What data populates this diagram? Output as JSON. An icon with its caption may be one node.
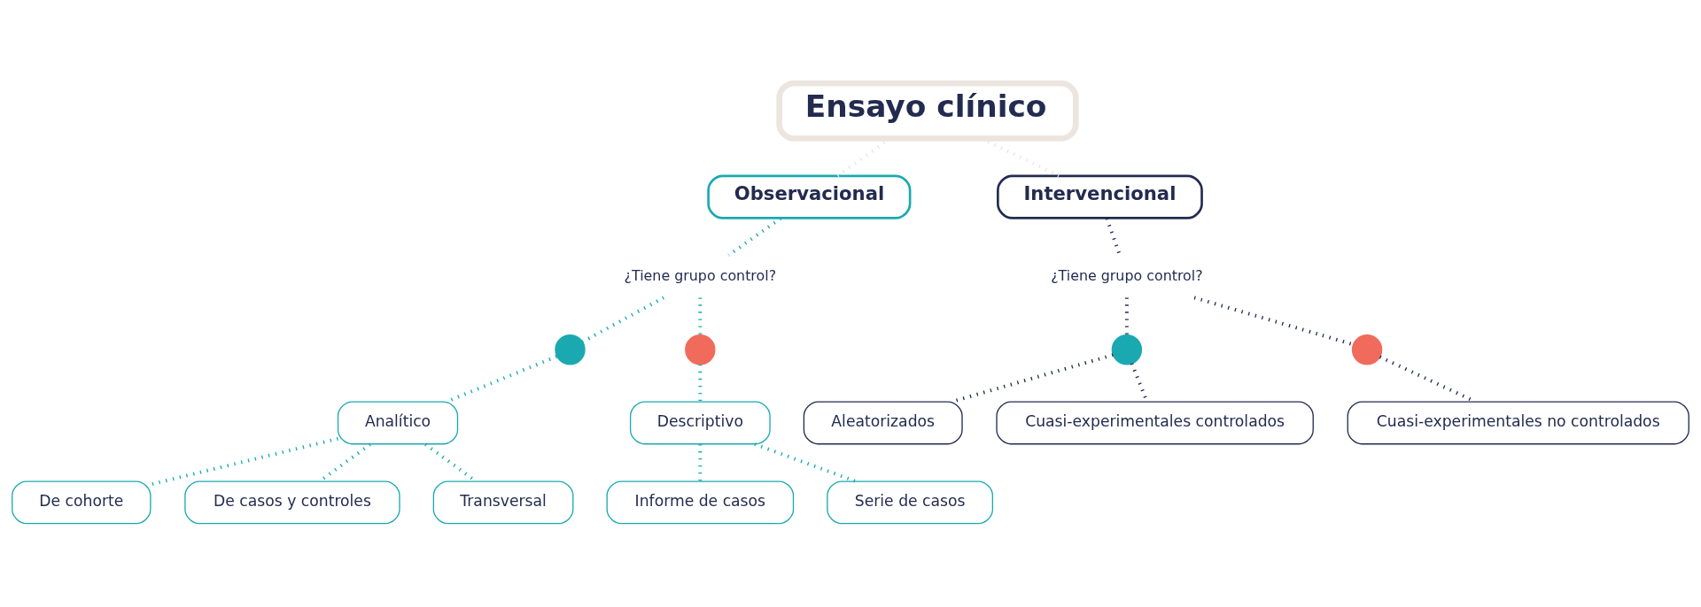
{
  "diagram": {
    "nodes": [
      {
        "text": [
          "Ensayo clínico"
        ]
      },
      {
        "text": [
          "Observacional"
        ]
      },
      {
        "text": [
          "Intervencional"
        ]
      },
      {
        "text": [
          "¿Tiene grupo control?"
        ]
      },
      {
        "text": [],
        "shape": "circle"
      },
      {
        "text": [],
        "shape": "circle"
      },
      {
        "text": [
          "Analítico"
        ]
      },
      {
        "text": [
          "Descriptivo"
        ]
      },
      {
        "text": [
          "De cohorte"
        ]
      },
      {
        "text": [
          "De casos y controles"
        ]
      },
      {
        "text": [
          "Transversal"
        ]
      },
      {
        "text": [
          "Informe de casos"
        ]
      },
      {
        "text": [
          "Serie de casos"
        ]
      },
      {
        "text": [
          "¿Tiene grupo control?"
        ]
      },
      {
        "text": [],
        "shape": "circle"
      },
      {
        "text": [],
        "shape": "circle"
      },
      {
        "text": [
          "Aleatorizados"
        ]
      },
      {
        "text": [
          "Cuasi-experimentales controlados"
        ]
      },
      {
        "text": [
          "Cuasi-experimentales no controlados"
        ]
      }
    ],
    "edges": [
      {
        "from": 0,
        "to": 1,
        "arrow": "none",
        "color": "#ece4df"
      },
      {
        "from": 0,
        "to": 2,
        "arrow": "none",
        "color": "#ece4df"
      },
      {
        "from": 1,
        "to": 3,
        "arrow": "none"
      },
      {
        "from": 3,
        "to": 4,
        "arrow": "none"
      },
      {
        "from": 3,
        "to": 5,
        "arrow": "none"
      },
      {
        "from": 4,
        "to": 6,
        "arrow": "none"
      },
      {
        "from": 5,
        "to": 7,
        "arrow": "none"
      },
      {
        "from": 6,
        "to": 8,
        "arrow": "none"
      },
      {
        "from": 6,
        "to": 9,
        "arrow": "none"
      },
      {
        "from": 6,
        "to": 10,
        "arrow": "none"
      },
      {
        "from": 7,
        "to": 11,
        "arrow": "none"
      },
      {
        "from": 7,
        "to": 12,
        "arrow": "none"
      },
      {
        "from": 2,
        "to": 13,
        "arrow": "none",
        "color": "#232b4f"
      },
      {
        "from": 13,
        "to": 14,
        "arrow": "none",
        "color": "#232b4f"
      },
      {
        "from": 13,
        "to": 15,
        "arrow": "none",
        "color": "#232b4f"
      },
      {
        "from": 14,
        "to": 16,
        "arrow": "none",
        "color": "#232b4f"
      },
      {
        "from": 14,
        "to": 17,
        "arrow": "none",
        "color": "#232b4f"
      },
      {
        "from": 15,
        "to": 18,
        "arrow": "none",
        "color": "#232b4f"
      }
    ]
  }
}
